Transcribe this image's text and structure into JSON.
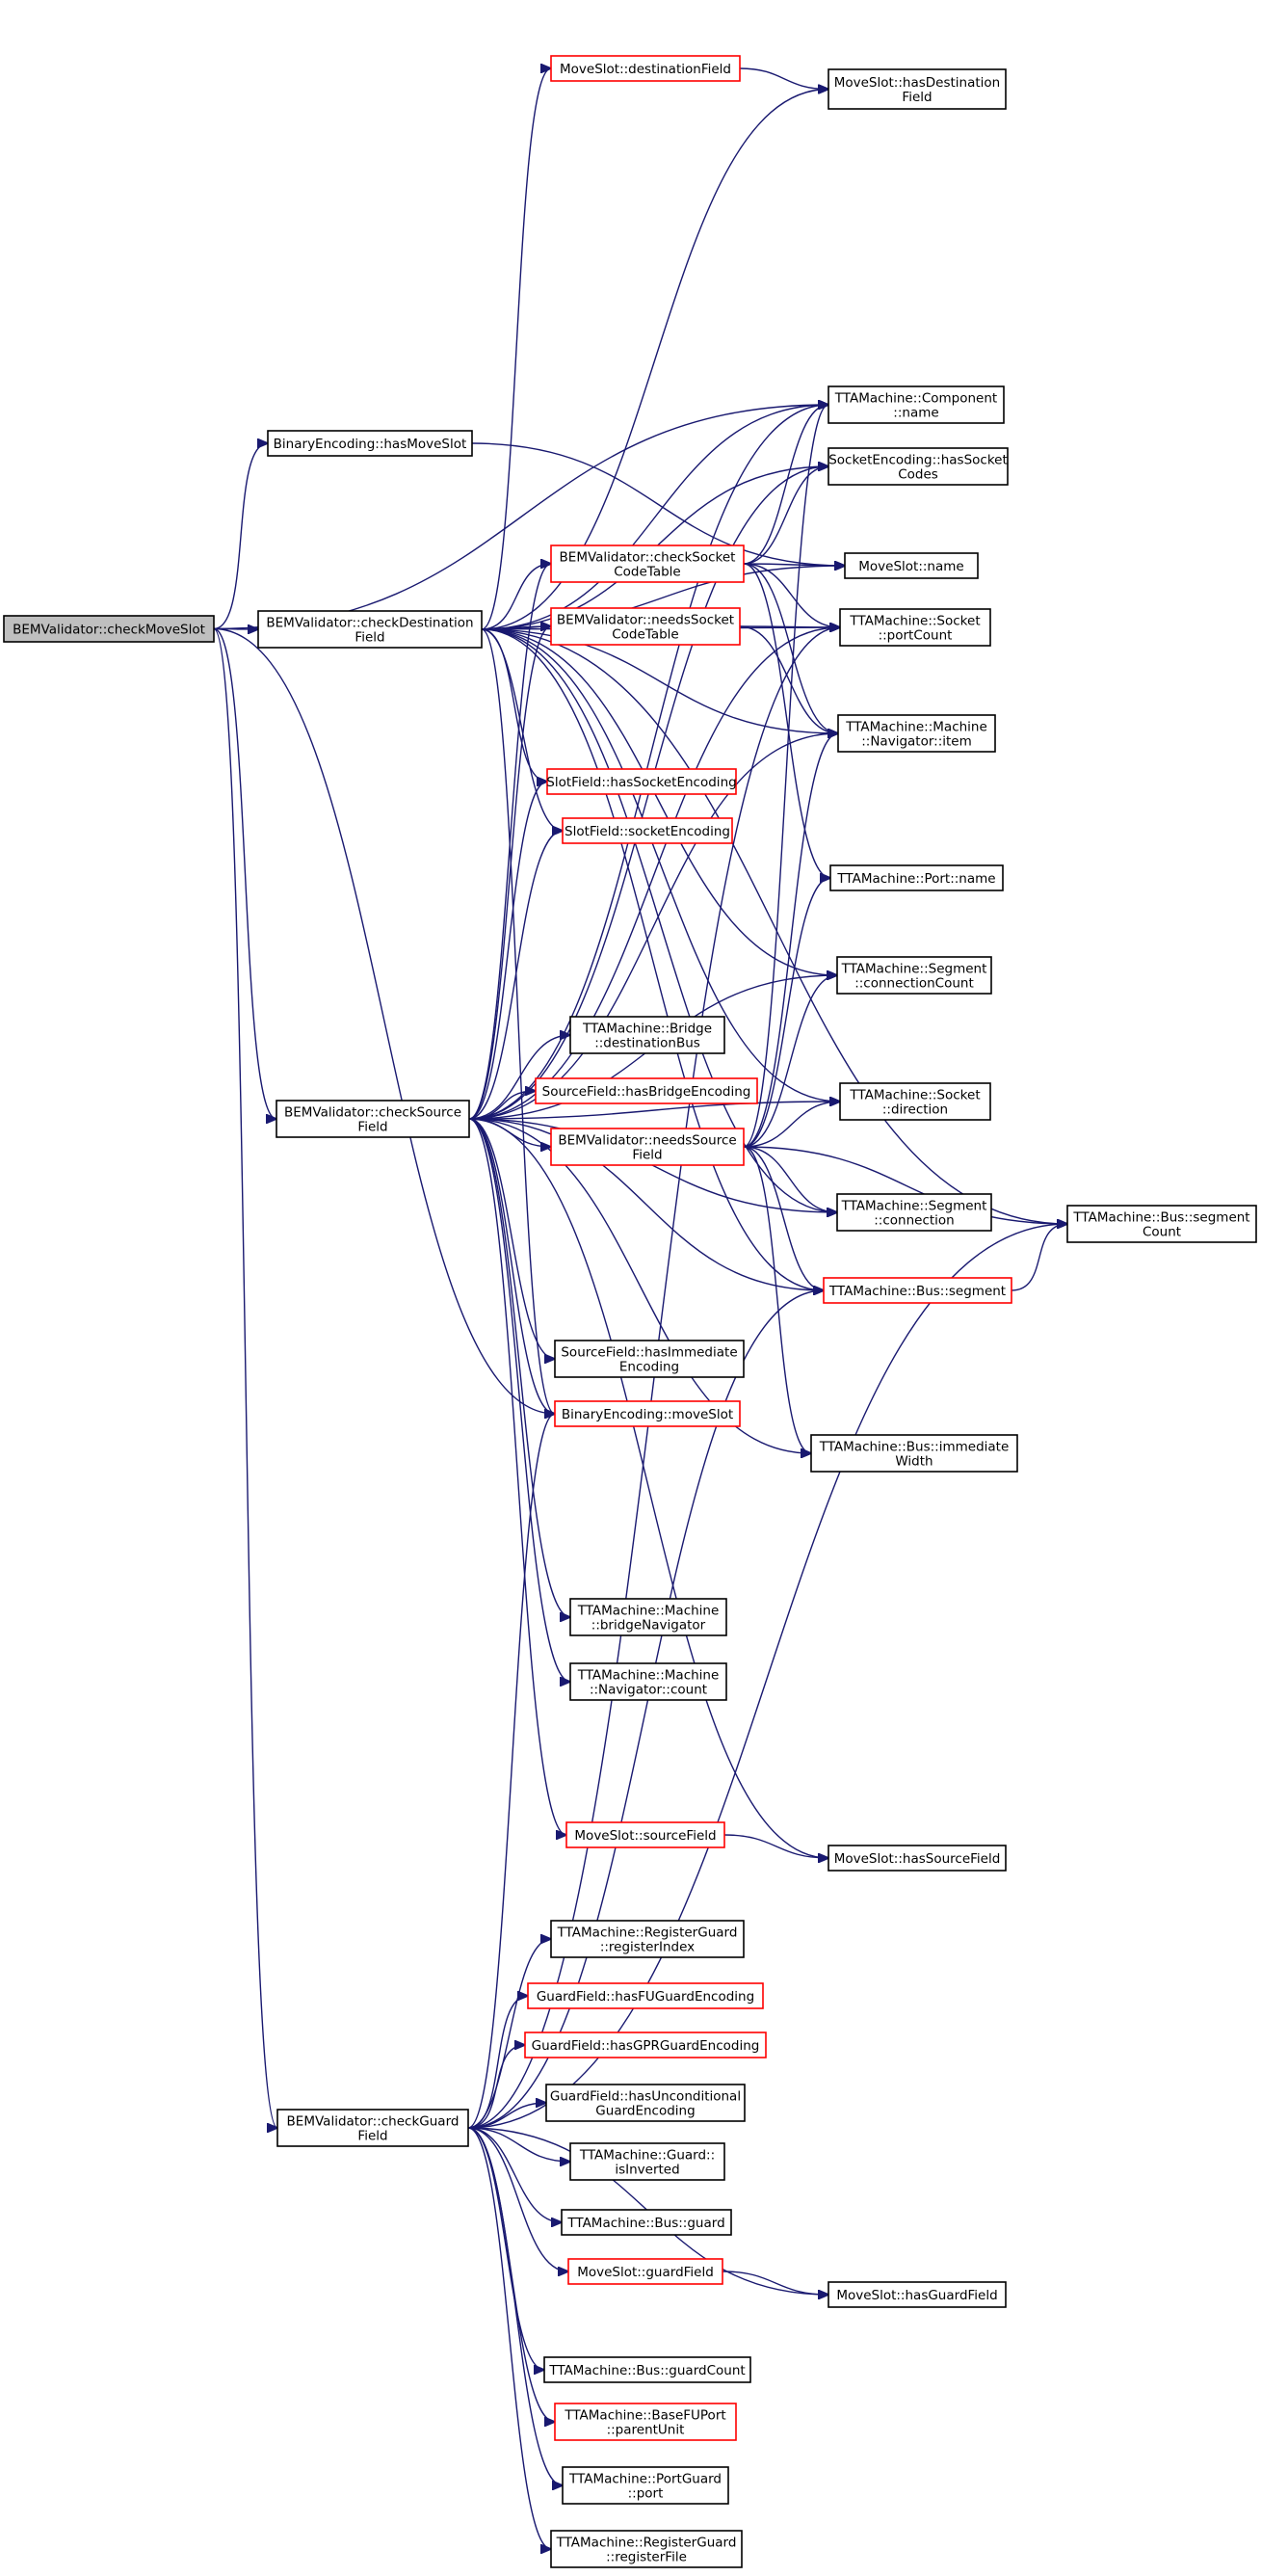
{
  "diagram": {
    "type": "call-graph",
    "colors": {
      "edge": "#191970",
      "root_fill": "#bfbfbf",
      "node_border": "#000000",
      "truncated_node_border": "#ff0000"
    },
    "nodes": [
      {
        "id": "checkMoveSlot",
        "lines": [
          "BEMValidator::checkMoveSlot"
        ],
        "style": "root"
      },
      {
        "id": "hasMoveSlot",
        "lines": [
          "BinaryEncoding::hasMoveSlot"
        ],
        "style": "black"
      },
      {
        "id": "checkDestinationField",
        "lines": [
          "BEMValidator::checkDestination",
          "Field"
        ],
        "style": "black"
      },
      {
        "id": "checkSourceField",
        "lines": [
          "BEMValidator::checkSource",
          "Field"
        ],
        "style": "black"
      },
      {
        "id": "checkGuardField",
        "lines": [
          "BEMValidator::checkGuard",
          "Field"
        ],
        "style": "black"
      },
      {
        "id": "destinationField",
        "lines": [
          "MoveSlot::destinationField"
        ],
        "style": "red"
      },
      {
        "id": "hasDestinationField",
        "lines": [
          "MoveSlot::hasDestination",
          "Field"
        ],
        "style": "black"
      },
      {
        "id": "componentName",
        "lines": [
          "TTAMachine::Component",
          "::name"
        ],
        "style": "black"
      },
      {
        "id": "hasSocketCodes",
        "lines": [
          "SocketEncoding::hasSocket",
          "Codes"
        ],
        "style": "black"
      },
      {
        "id": "checkSocketCodeTable",
        "lines": [
          "BEMValidator::checkSocket",
          "CodeTable"
        ],
        "style": "red"
      },
      {
        "id": "moveSlotName",
        "lines": [
          "MoveSlot::name"
        ],
        "style": "black"
      },
      {
        "id": "needsSocketCodeTable",
        "lines": [
          "BEMValidator::needsSocket",
          "CodeTable"
        ],
        "style": "red"
      },
      {
        "id": "socketPortCount",
        "lines": [
          "TTAMachine::Socket",
          "::portCount"
        ],
        "style": "black"
      },
      {
        "id": "navigatorItem",
        "lines": [
          "TTAMachine::Machine",
          "::Navigator::item"
        ],
        "style": "black"
      },
      {
        "id": "hasSocketEncoding",
        "lines": [
          "SlotField::hasSocketEncoding"
        ],
        "style": "red"
      },
      {
        "id": "socketEncoding",
        "lines": [
          "SlotField::socketEncoding"
        ],
        "style": "red"
      },
      {
        "id": "portName",
        "lines": [
          "TTAMachine::Port::name"
        ],
        "style": "black"
      },
      {
        "id": "connectionCount",
        "lines": [
          "TTAMachine::Segment",
          "::connectionCount"
        ],
        "style": "black"
      },
      {
        "id": "destinationBus",
        "lines": [
          "TTAMachine::Bridge",
          "::destinationBus"
        ],
        "style": "black"
      },
      {
        "id": "hasBridgeEncoding",
        "lines": [
          "SourceField::hasBridgeEncoding"
        ],
        "style": "red"
      },
      {
        "id": "socketDirection",
        "lines": [
          "TTAMachine::Socket",
          "::direction"
        ],
        "style": "black"
      },
      {
        "id": "needsSourceField",
        "lines": [
          "BEMValidator::needsSource",
          "Field"
        ],
        "style": "red"
      },
      {
        "id": "segmentConnection",
        "lines": [
          "TTAMachine::Segment",
          "::connection"
        ],
        "style": "black"
      },
      {
        "id": "busSegmentCount",
        "lines": [
          "TTAMachine::Bus::segment",
          "Count"
        ],
        "style": "black"
      },
      {
        "id": "busSegment",
        "lines": [
          "TTAMachine::Bus::segment"
        ],
        "style": "red"
      },
      {
        "id": "hasImmediateEncoding",
        "lines": [
          "SourceField::hasImmediate",
          "Encoding"
        ],
        "style": "black"
      },
      {
        "id": "binaryMoveSlot",
        "lines": [
          "BinaryEncoding::moveSlot"
        ],
        "style": "red"
      },
      {
        "id": "immediateWidth",
        "lines": [
          "TTAMachine::Bus::immediate",
          "Width"
        ],
        "style": "black"
      },
      {
        "id": "bridgeNavigator",
        "lines": [
          "TTAMachine::Machine",
          "::bridgeNavigator"
        ],
        "style": "black"
      },
      {
        "id": "navigatorCount",
        "lines": [
          "TTAMachine::Machine",
          "::Navigator::count"
        ],
        "style": "black"
      },
      {
        "id": "sourceField",
        "lines": [
          "MoveSlot::sourceField"
        ],
        "style": "red"
      },
      {
        "id": "hasSourceField",
        "lines": [
          "MoveSlot::hasSourceField"
        ],
        "style": "black"
      },
      {
        "id": "registerIndex",
        "lines": [
          "TTAMachine::RegisterGuard",
          "::registerIndex"
        ],
        "style": "black"
      },
      {
        "id": "hasFUGuardEncoding",
        "lines": [
          "GuardField::hasFUGuardEncoding"
        ],
        "style": "red"
      },
      {
        "id": "hasGPRGuardEncoding",
        "lines": [
          "GuardField::hasGPRGuardEncoding"
        ],
        "style": "red"
      },
      {
        "id": "hasUnconditionalGuardEncoding",
        "lines": [
          "GuardField::hasUnconditional",
          "GuardEncoding"
        ],
        "style": "black"
      },
      {
        "id": "guardIsInverted",
        "lines": [
          "TTAMachine::Guard::",
          "isInverted"
        ],
        "style": "black"
      },
      {
        "id": "busGuard",
        "lines": [
          "TTAMachine::Bus::guard"
        ],
        "style": "black"
      },
      {
        "id": "guardField",
        "lines": [
          "MoveSlot::guardField"
        ],
        "style": "red"
      },
      {
        "id": "hasGuardField",
        "lines": [
          "MoveSlot::hasGuardField"
        ],
        "style": "black"
      },
      {
        "id": "busGuardCount",
        "lines": [
          "TTAMachine::Bus::guardCount"
        ],
        "style": "black"
      },
      {
        "id": "parentUnit",
        "lines": [
          "TTAMachine::BaseFUPort",
          "::parentUnit"
        ],
        "style": "red"
      },
      {
        "id": "portGuardPort",
        "lines": [
          "TTAMachine::PortGuard",
          "::port"
        ],
        "style": "black"
      },
      {
        "id": "registerFile",
        "lines": [
          "TTAMachine::RegisterGuard",
          "::registerFile"
        ],
        "style": "black"
      }
    ],
    "edges": [
      [
        "checkMoveSlot",
        "hasMoveSlot"
      ],
      [
        "checkMoveSlot",
        "checkDestinationField"
      ],
      [
        "checkMoveSlot",
        "checkSourceField"
      ],
      [
        "checkMoveSlot",
        "checkGuardField"
      ],
      [
        "checkMoveSlot",
        "componentName"
      ],
      [
        "checkMoveSlot",
        "binaryMoveSlot"
      ],
      [
        "hasMoveSlot",
        "moveSlotName"
      ],
      [
        "checkDestinationField",
        "destinationField"
      ],
      [
        "checkDestinationField",
        "hasDestinationField"
      ],
      [
        "checkDestinationField",
        "componentName"
      ],
      [
        "checkDestinationField",
        "hasSocketCodes"
      ],
      [
        "checkDestinationField",
        "checkSocketCodeTable"
      ],
      [
        "checkDestinationField",
        "needsSocketCodeTable"
      ],
      [
        "checkDestinationField",
        "moveSlotName"
      ],
      [
        "checkDestinationField",
        "socketPortCount"
      ],
      [
        "checkDestinationField",
        "navigatorItem"
      ],
      [
        "checkDestinationField",
        "hasSocketEncoding"
      ],
      [
        "checkDestinationField",
        "socketEncoding"
      ],
      [
        "checkDestinationField",
        "connectionCount"
      ],
      [
        "checkDestinationField",
        "socketDirection"
      ],
      [
        "checkDestinationField",
        "segmentConnection"
      ],
      [
        "checkDestinationField",
        "busSegment"
      ],
      [
        "checkDestinationField",
        "busSegmentCount"
      ],
      [
        "checkDestinationField",
        "binaryMoveSlot"
      ],
      [
        "destinationField",
        "hasDestinationField"
      ],
      [
        "checkSocketCodeTable",
        "componentName"
      ],
      [
        "checkSocketCodeTable",
        "hasSocketCodes"
      ],
      [
        "checkSocketCodeTable",
        "moveSlotName"
      ],
      [
        "checkSocketCodeTable",
        "socketPortCount"
      ],
      [
        "checkSocketCodeTable",
        "navigatorItem"
      ],
      [
        "checkSocketCodeTable",
        "portName"
      ],
      [
        "needsSocketCodeTable",
        "socketPortCount"
      ],
      [
        "needsSocketCodeTable",
        "navigatorItem"
      ],
      [
        "checkSourceField",
        "checkSocketCodeTable"
      ],
      [
        "checkSourceField",
        "needsSocketCodeTable"
      ],
      [
        "checkSourceField",
        "componentName"
      ],
      [
        "checkSourceField",
        "hasSocketCodes"
      ],
      [
        "checkSourceField",
        "socketPortCount"
      ],
      [
        "checkSourceField",
        "navigatorItem"
      ],
      [
        "checkSourceField",
        "hasSocketEncoding"
      ],
      [
        "checkSourceField",
        "socketEncoding"
      ],
      [
        "checkSourceField",
        "connectionCount"
      ],
      [
        "checkSourceField",
        "destinationBus"
      ],
      [
        "checkSourceField",
        "hasBridgeEncoding"
      ],
      [
        "checkSourceField",
        "needsSourceField"
      ],
      [
        "checkSourceField",
        "socketDirection"
      ],
      [
        "checkSourceField",
        "segmentConnection"
      ],
      [
        "checkSourceField",
        "busSegment"
      ],
      [
        "checkSourceField",
        "hasImmediateEncoding"
      ],
      [
        "checkSourceField",
        "binaryMoveSlot"
      ],
      [
        "checkSourceField",
        "immediateWidth"
      ],
      [
        "checkSourceField",
        "bridgeNavigator"
      ],
      [
        "checkSourceField",
        "navigatorCount"
      ],
      [
        "checkSourceField",
        "sourceField"
      ],
      [
        "checkSourceField",
        "hasSourceField"
      ],
      [
        "needsSourceField",
        "componentName"
      ],
      [
        "needsSourceField",
        "navigatorItem"
      ],
      [
        "needsSourceField",
        "portName"
      ],
      [
        "needsSourceField",
        "connectionCount"
      ],
      [
        "needsSourceField",
        "socketDirection"
      ],
      [
        "needsSourceField",
        "segmentConnection"
      ],
      [
        "needsSourceField",
        "busSegment"
      ],
      [
        "needsSourceField",
        "busSegmentCount"
      ],
      [
        "needsSourceField",
        "immediateWidth"
      ],
      [
        "busSegment",
        "busSegmentCount"
      ],
      [
        "sourceField",
        "hasSourceField"
      ],
      [
        "checkGuardField",
        "registerIndex"
      ],
      [
        "checkGuardField",
        "hasFUGuardEncoding"
      ],
      [
        "checkGuardField",
        "hasGPRGuardEncoding"
      ],
      [
        "checkGuardField",
        "hasUnconditionalGuardEncoding"
      ],
      [
        "checkGuardField",
        "guardIsInverted"
      ],
      [
        "checkGuardField",
        "busGuard"
      ],
      [
        "checkGuardField",
        "guardField"
      ],
      [
        "checkGuardField",
        "hasGuardField"
      ],
      [
        "checkGuardField",
        "busGuardCount"
      ],
      [
        "checkGuardField",
        "parentUnit"
      ],
      [
        "checkGuardField",
        "portGuardPort"
      ],
      [
        "checkGuardField",
        "registerFile"
      ],
      [
        "checkGuardField",
        "binaryMoveSlot"
      ],
      [
        "checkGuardField",
        "busSegmentCount"
      ],
      [
        "checkGuardField",
        "busSegment"
      ],
      [
        "checkGuardField",
        "socketPortCount"
      ],
      [
        "guardField",
        "hasGuardField"
      ]
    ]
  }
}
